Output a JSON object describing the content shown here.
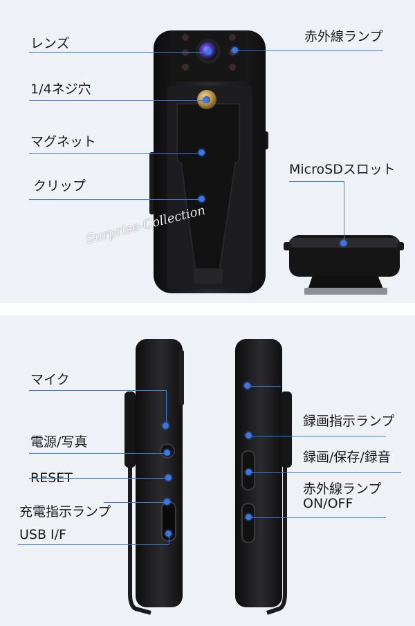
{
  "top_panel": {
    "labels": {
      "lens": "レンズ",
      "screw_hole": "1/4ネジ穴",
      "magnet": "マグネット",
      "clip": "クリップ",
      "ir_lamp": "赤外線ランプ",
      "microsd_slot": "MicroSDスロット"
    },
    "watermark": "Surprise-Collection"
  },
  "bottom_panel": {
    "labels": {
      "mic": "マイク",
      "power_photo": "電源/写真",
      "reset": "RESET",
      "charge_indicator": "充電指示ランプ",
      "usb": "USB I/F",
      "rec_indicator": "録画指示ランプ",
      "rec_save_audio": "録画/保存/録音",
      "ir_lamp_line1": "赤外線ランプ",
      "ir_lamp_line2": "ON/OFF"
    }
  },
  "colors": {
    "accent": "#3a78e8",
    "background": "#eef1f6",
    "device": "#1b1b1d"
  }
}
